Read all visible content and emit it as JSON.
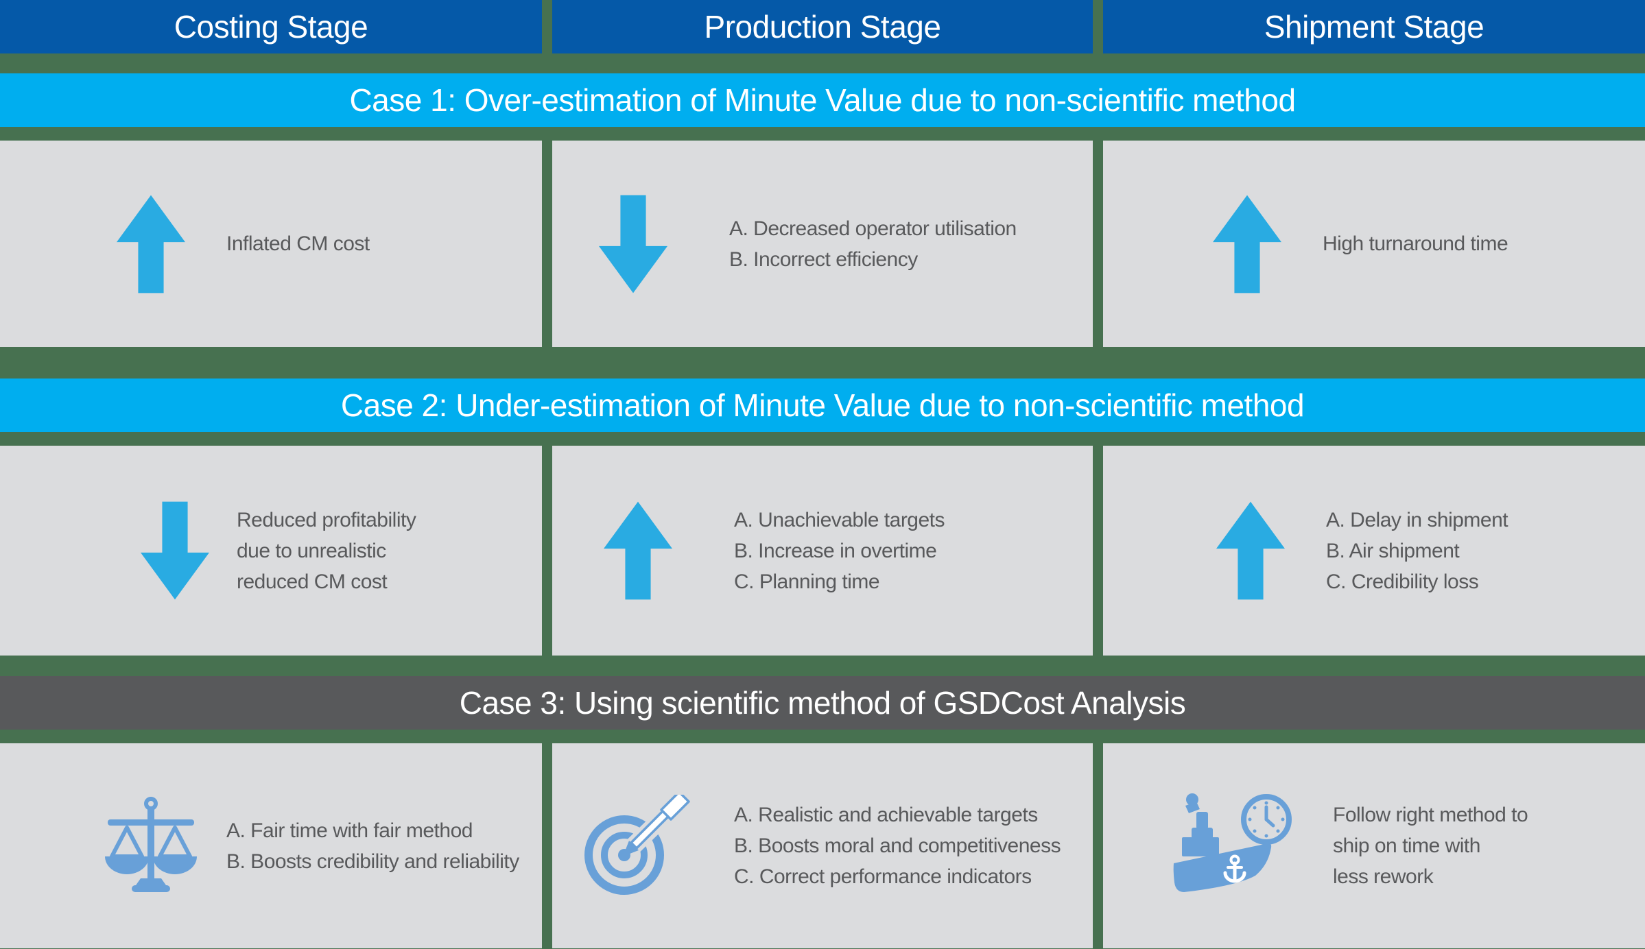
{
  "colors": {
    "background_green": "#477150",
    "header_blue": "#0559A8",
    "case_banner_cyan": "#00AEEF",
    "case_banner_dark_gray": "#58595B",
    "cell_gray": "#DBDCDE",
    "arrow_cyan": "#29ABE2",
    "icon_blue": "#68A0D8",
    "cell_text_gray": "#58595B",
    "banner_text_white": "#FFFFFF"
  },
  "columns": [
    {
      "header": "Costing Stage"
    },
    {
      "header": "Production Stage"
    },
    {
      "header": "Shipment Stage"
    }
  ],
  "cases": [
    {
      "title": "Case 1: Over-estimation of Minute Value due to non-scientific method",
      "style": "cyan",
      "cells": [
        {
          "icon": "up-arrow",
          "lines": [
            "Inflated CM cost"
          ]
        },
        {
          "icon": "down-arrow",
          "lines": [
            "A. Decreased operator utilisation",
            "B. Incorrect efficiency"
          ]
        },
        {
          "icon": "up-arrow",
          "lines": [
            "High turnaround time"
          ]
        }
      ]
    },
    {
      "title": "Case 2: Under-estimation of Minute Value due to non-scientific method",
      "style": "cyan",
      "cells": [
        {
          "icon": "down-arrow",
          "lines": [
            "Reduced profitability",
            "due to unrealistic",
            "reduced CM cost"
          ]
        },
        {
          "icon": "up-arrow",
          "lines": [
            "A. Unachievable targets",
            "B. Increase in overtime",
            "C. Planning time"
          ]
        },
        {
          "icon": "up-arrow",
          "lines": [
            "A. Delay in shipment",
            "B. Air shipment",
            "C. Credibility loss"
          ]
        }
      ]
    },
    {
      "title": "Case 3: Using scientific method of GSDCost Analysis",
      "style": "dark",
      "cells": [
        {
          "icon": "balance-scale",
          "lines": [
            "A. Fair time with fair method",
            "B. Boosts credibility and reliability"
          ]
        },
        {
          "icon": "target-dart",
          "lines": [
            "A. Realistic and achievable targets",
            "B. Boosts moral and competitiveness",
            "C. Correct performance indicators"
          ]
        },
        {
          "icon": "ship-clock",
          "lines": [
            "Follow right method to",
            "ship on time with",
            "less rework"
          ]
        }
      ]
    }
  ]
}
